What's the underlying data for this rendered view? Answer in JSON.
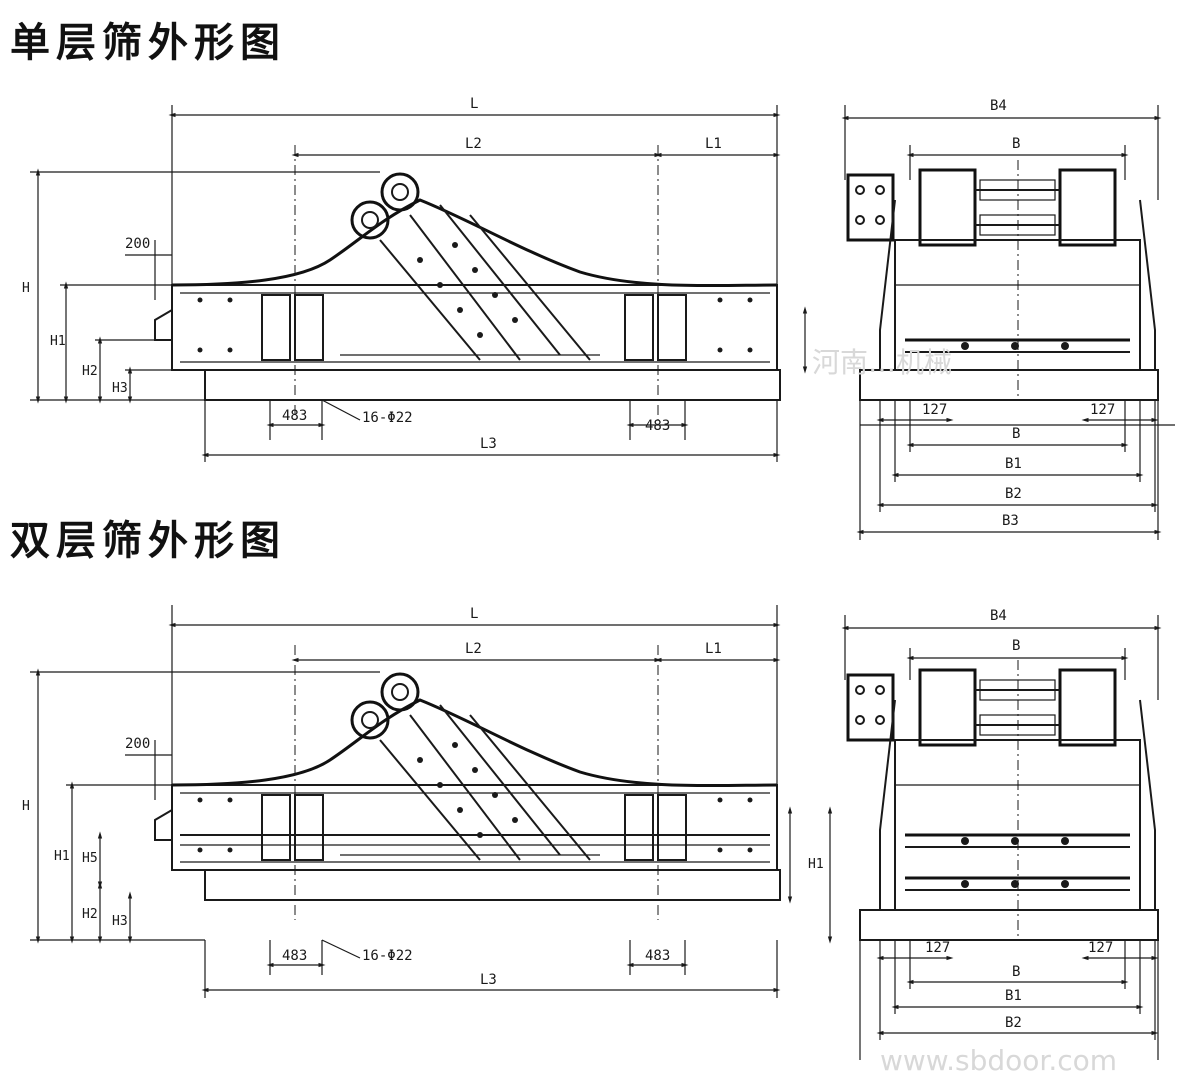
{
  "titles": {
    "single": "单层筛外形图",
    "double": "双层筛外形图"
  },
  "dims": {
    "L": "L",
    "L1": "L1",
    "L2": "L2",
    "L3": "L3",
    "H": "H",
    "H1": "H1",
    "H2": "H2",
    "H3": "H3",
    "H5": "H5",
    "B": "B",
    "B1": "B1",
    "B2": "B2",
    "B3": "B3",
    "B4": "B4",
    "d200": "200",
    "d483": "483",
    "d127": "127",
    "holes": "16-Φ22"
  },
  "watermark": {
    "top": "河南…机械",
    "bottom": "www.sbdoor.com"
  },
  "colors": {
    "line": "#1a1a1a",
    "watermark": "#d8d8d8"
  }
}
